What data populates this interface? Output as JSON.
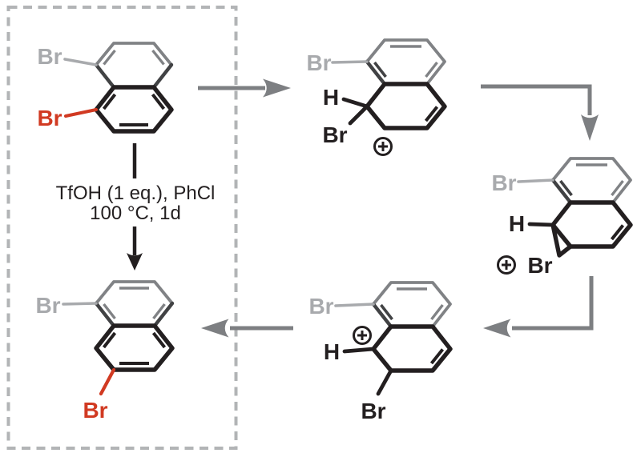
{
  "diagram": {
    "type": "reaction-mechanism-scheme",
    "conditions": {
      "line1": "TfOH (1 eq.), PhCl",
      "line2": "100 °C, 1d"
    },
    "structures": {
      "start": {
        "br_peri": "Br",
        "br_1": "Br"
      },
      "arenium_1": {
        "br_peri": "Br",
        "h": "H",
        "br": "Br",
        "charge": "⊕"
      },
      "bromonium": {
        "br_peri": "Br",
        "h": "H",
        "br": "Br",
        "charge": "⊕"
      },
      "arenium_2": {
        "br_peri": "Br",
        "h": "H",
        "br": "Br",
        "charge": "⊕"
      },
      "product": {
        "br_peri": "Br",
        "br_2": "Br"
      }
    },
    "colors": {
      "background": "#ffffff",
      "black_bond": "#231f20",
      "gray_bond": "#808285",
      "gray_label": "#a8aaad",
      "red": "#d13a22",
      "arrow_gray": "#7d7f82",
      "dashed_box": "#b2b4b6"
    }
  }
}
